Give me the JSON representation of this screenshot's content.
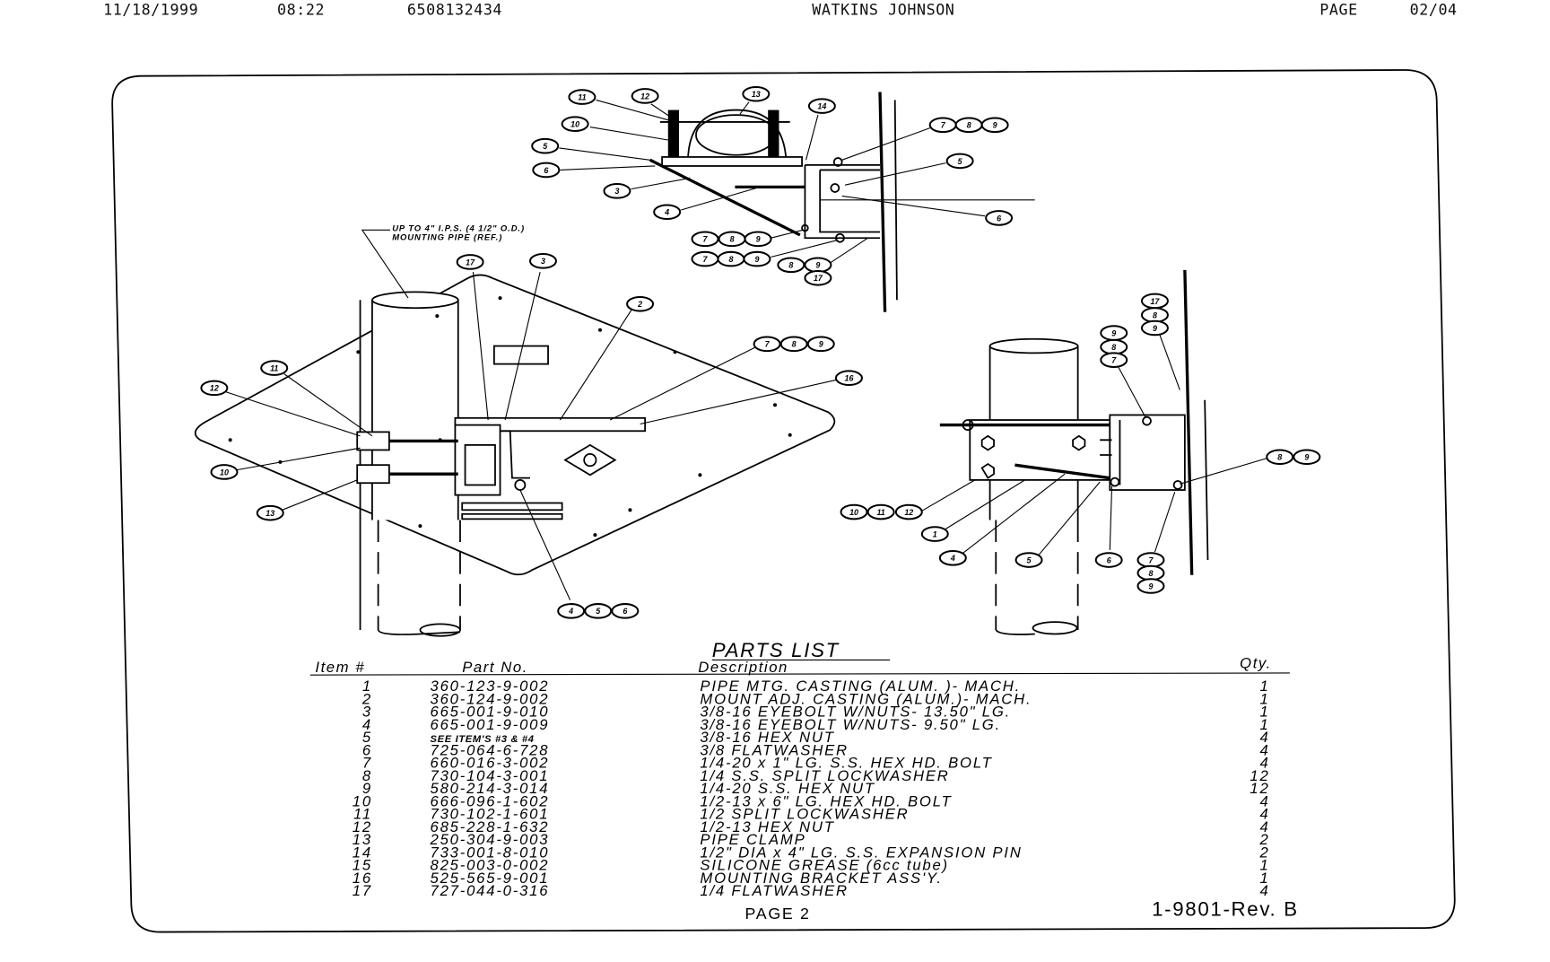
{
  "fax_header": {
    "date": "11/18/1999",
    "time": "08:22",
    "phone": "6508132434",
    "sender": "WATKINS JOHNSON",
    "page_label": "PAGE",
    "page_number": "02/04"
  },
  "drawing": {
    "pipe_note_line1": "UP TO 4\" I.P.S. (4 1/2\" O.D.)",
    "pipe_note_line2": "MOUNTING PIPE (REF.)",
    "callouts": [
      "11",
      "12",
      "13",
      "10",
      "14",
      "5",
      "6",
      "3",
      "4",
      "7",
      "8",
      "9",
      "5",
      "6",
      "7",
      "8",
      "9",
      "7",
      "8",
      "9",
      "8",
      "9",
      "17",
      "17",
      "3",
      "2",
      "7",
      "8",
      "9",
      "16",
      "11",
      "12",
      "10",
      "13",
      "4",
      "5",
      "6",
      "17",
      "8",
      "9",
      "9",
      "8",
      "7",
      "8",
      "9",
      "10",
      "11",
      "12",
      "1",
      "4",
      "5",
      "6",
      "7",
      "8",
      "9"
    ]
  },
  "parts_list": {
    "title": "PARTS LIST",
    "headers": {
      "item": "Item #",
      "part_no": "Part No.",
      "description": "Description",
      "qty": "Qty."
    },
    "rows": [
      {
        "item": "1",
        "part_no": "360-123-9-002",
        "description": "PIPE MTG. CASTING (ALUM. )- MACH.",
        "qty": "1"
      },
      {
        "item": "2",
        "part_no": "360-124-9-002",
        "description": "MOUNT ADJ. CASTING (ALUM.)- MACH.",
        "qty": "1"
      },
      {
        "item": "3",
        "part_no": "665-001-9-010",
        "description": "3/8-16 EYEBOLT W/NUTS- 13.50\" LG.",
        "qty": "1"
      },
      {
        "item": "4",
        "part_no": "665-001-9-009",
        "description": "3/8-16 EYEBOLT W/NUTS- 9.50\" LG.",
        "qty": "1"
      },
      {
        "item": "5",
        "part_no": "SEE ITEM'S #3 & #4",
        "description": "3/8-16 HEX NUT",
        "qty": "4",
        "small_part": true
      },
      {
        "item": "6",
        "part_no": "725-064-6-728",
        "description": "3/8 FLATWASHER",
        "qty": "4"
      },
      {
        "item": "7",
        "part_no": "660-016-3-002",
        "description": "1/4-20 x 1\" LG. S.S. HEX HD. BOLT",
        "qty": "4"
      },
      {
        "item": "8",
        "part_no": "730-104-3-001",
        "description": "1/4 S.S. SPLIT LOCKWASHER",
        "qty": "12"
      },
      {
        "item": "9",
        "part_no": "580-214-3-014",
        "description": "1/4-20 S.S. HEX NUT",
        "qty": "12"
      },
      {
        "item": "10",
        "part_no": "666-096-1-602",
        "description": "1/2-13 x 6\" LG. HEX HD. BOLT",
        "qty": "4"
      },
      {
        "item": "11",
        "part_no": "730-102-1-601",
        "description": "1/2 SPLIT LOCKWASHER",
        "qty": "4"
      },
      {
        "item": "12",
        "part_no": "685-228-1-632",
        "description": "1/2-13 HEX NUT",
        "qty": "4"
      },
      {
        "item": "13",
        "part_no": "250-304-9-003",
        "description": "PIPE CLAMP",
        "qty": "2"
      },
      {
        "item": "14",
        "part_no": "733-001-8-010",
        "description": "1/2\" DIA x 4\" LG. S.S. EXPANSION PIN",
        "qty": "2"
      },
      {
        "item": "15",
        "part_no": "825-003-0-002",
        "description": "SILICONE GREASE (6cc tube)",
        "qty": "1"
      },
      {
        "item": "16",
        "part_no": "525-565-9-001",
        "description": "MOUNTING BRACKET ASS'Y.",
        "qty": "1"
      },
      {
        "item": "17",
        "part_no": "727-044-0-316",
        "description": "1/4 FLATWASHER",
        "qty": "4"
      }
    ]
  },
  "footer": {
    "page": "PAGE 2",
    "drawing_number": "1-9801-Rev. B"
  }
}
